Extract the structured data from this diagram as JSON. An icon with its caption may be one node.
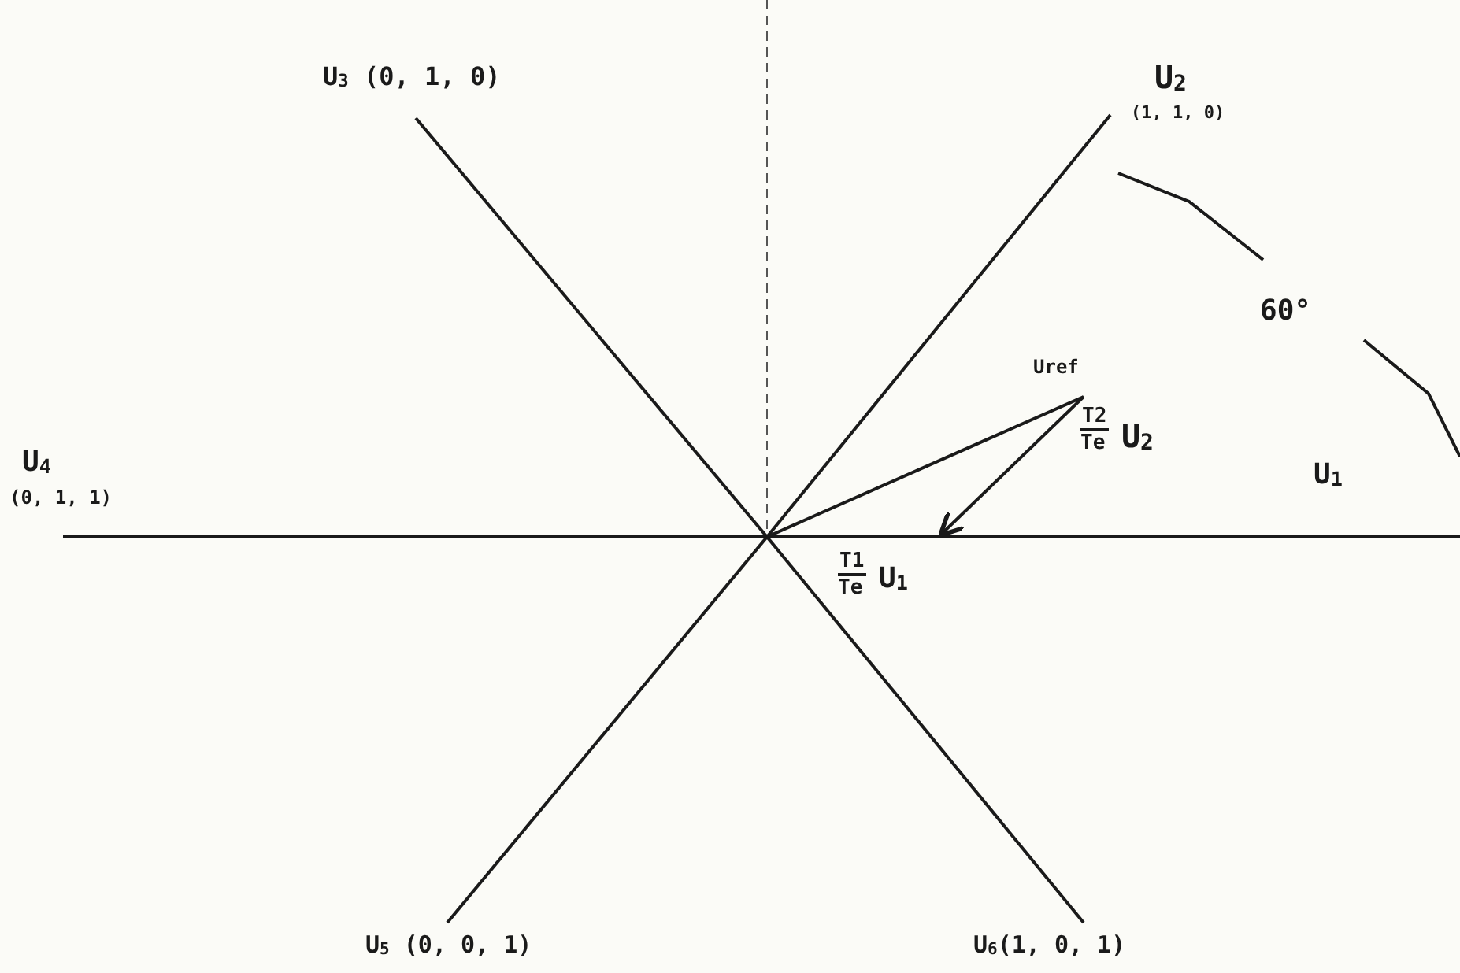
{
  "diagram": {
    "labels": [
      "U$_{3}$ (0, 1, 0)",
      "U$_{2}$",
      "(1, 1, 0)",
      "60°",
      "Uref",
      "T2",
      "Te",
      "U$_{2}$",
      "U$_{4}$",
      "(0, 1, 1)",
      "U$_{1}$",
      "T1",
      "Te",
      "U$_{1}$",
      "U$_{5}$ (0, 0, 1)",
      "U$_{6}$(1, 0, 1)"
    ]
  }
}
